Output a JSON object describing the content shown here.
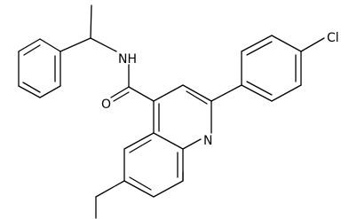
{
  "diagram": {
    "type": "chemical-structure",
    "atom_labels": {
      "cl": "Cl",
      "nh": "NH",
      "o": "O",
      "n": "N"
    },
    "colors": {
      "bond": "#000000",
      "label": "#000000",
      "background": "#ffffff"
    }
  }
}
